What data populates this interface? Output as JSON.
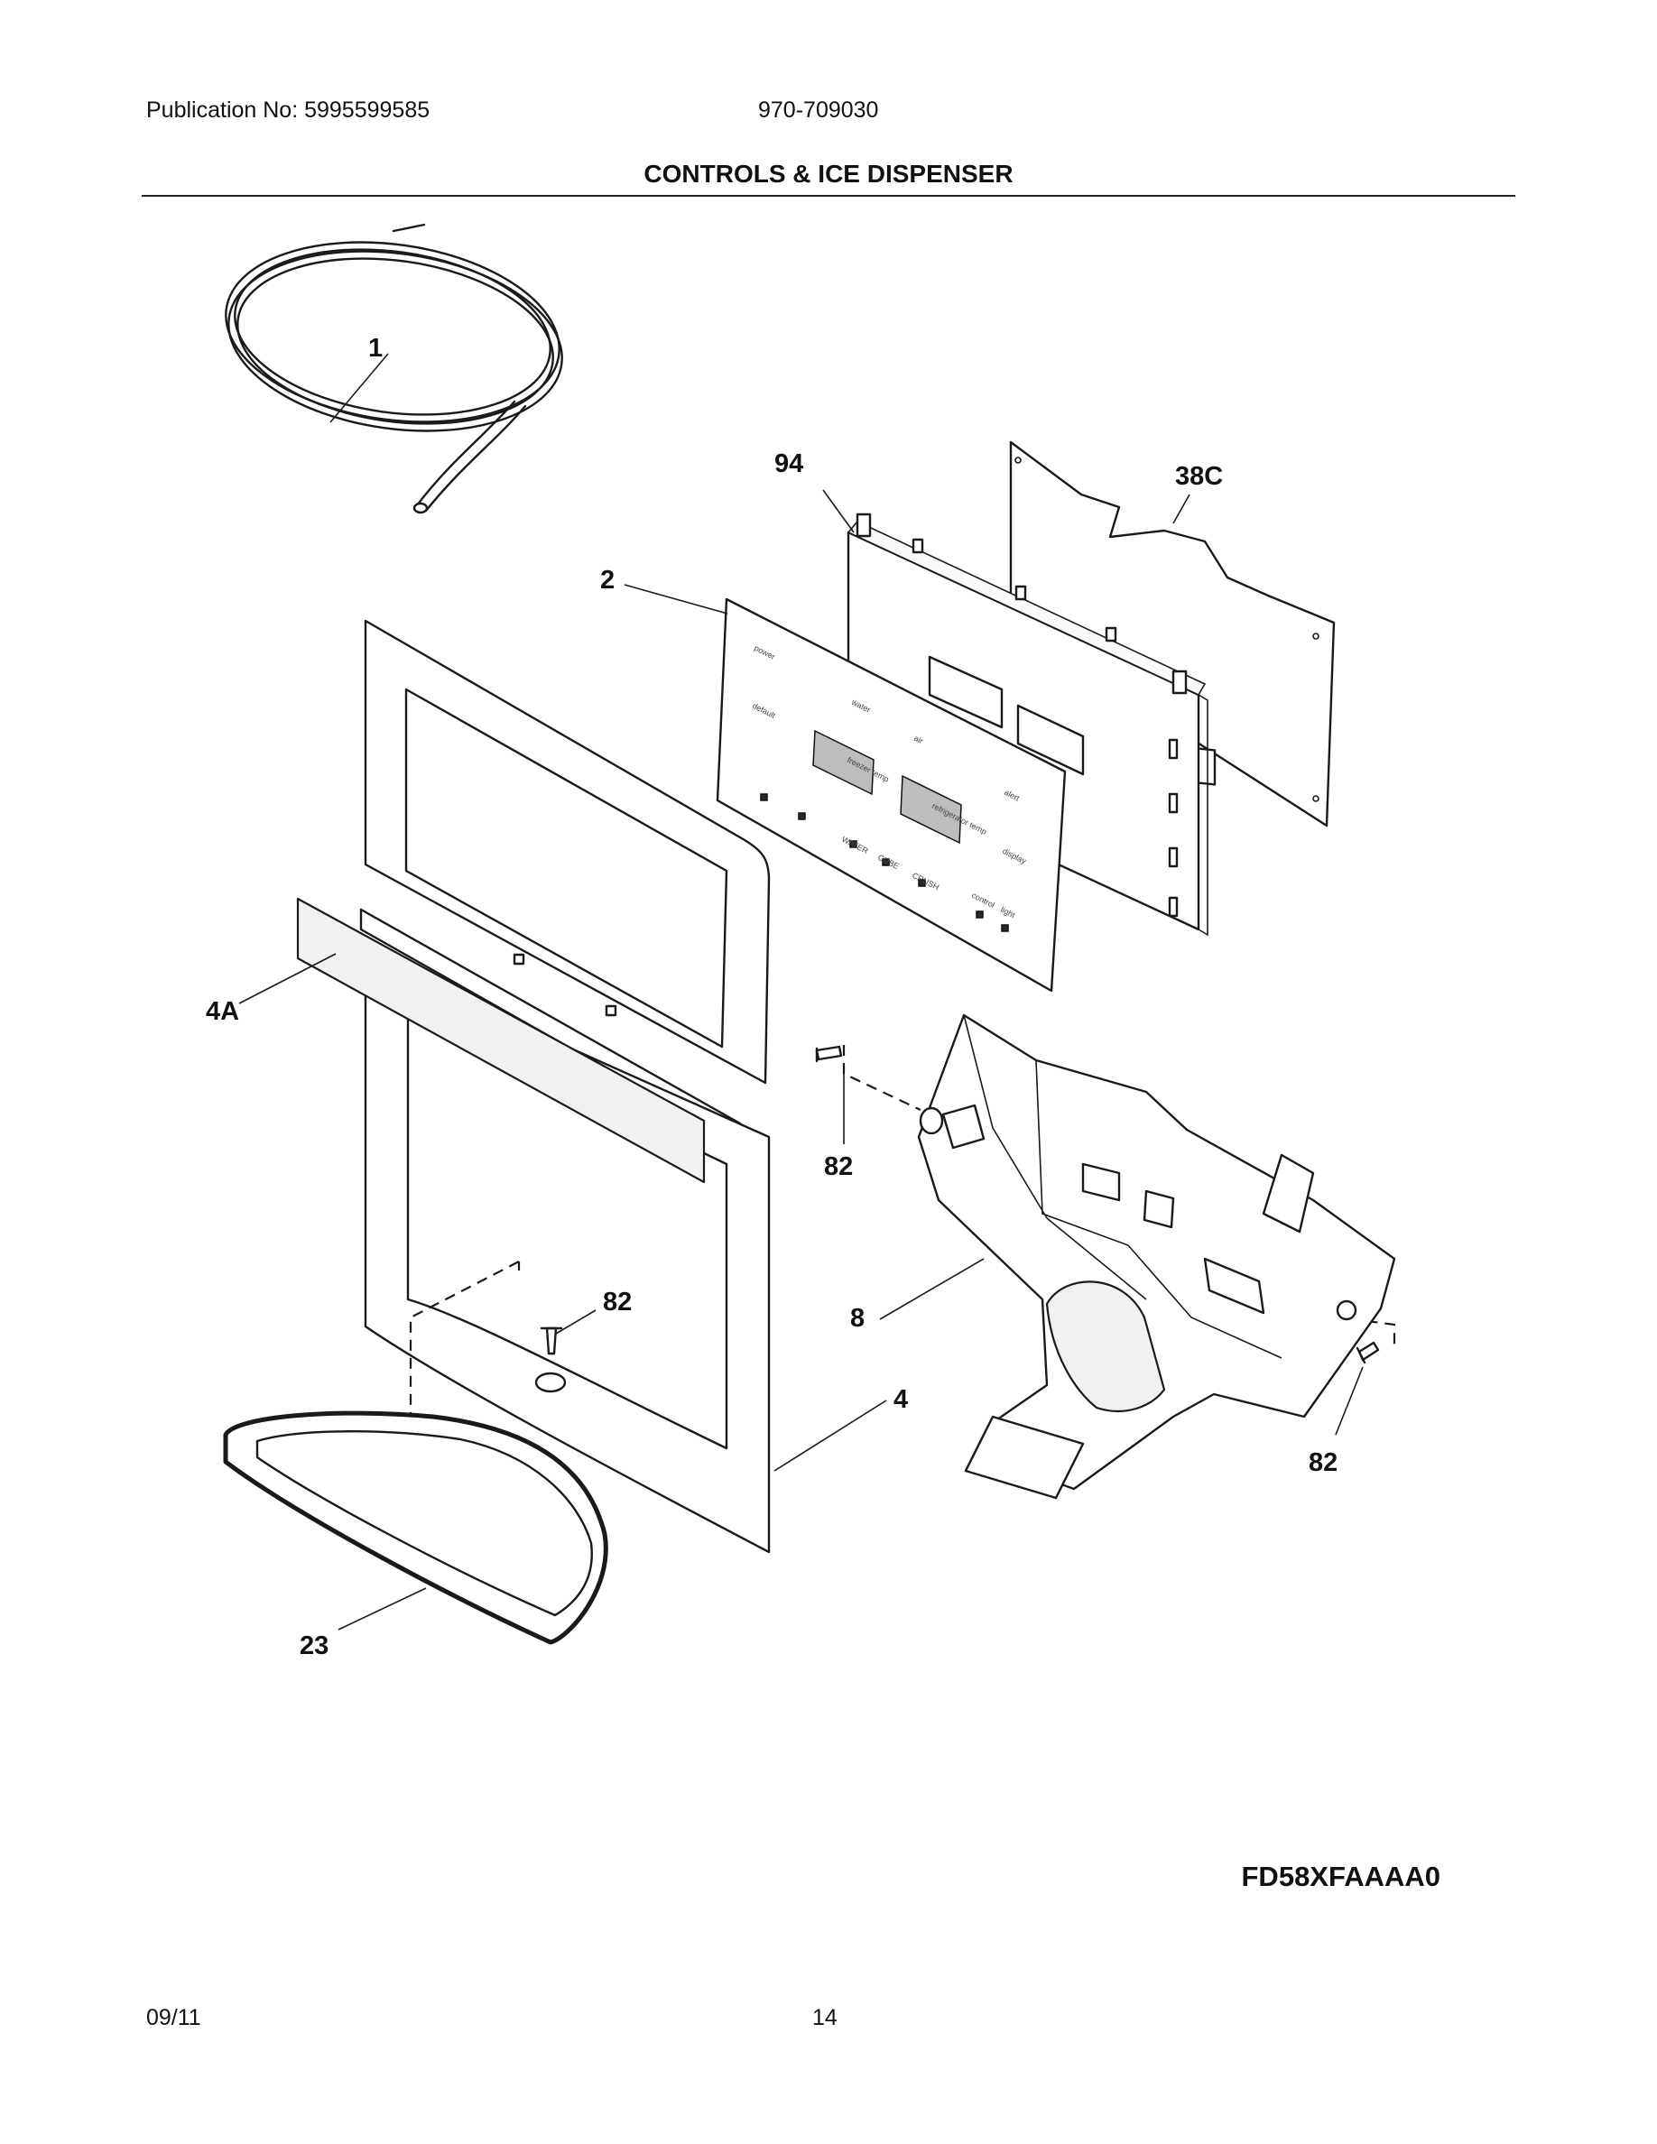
{
  "header": {
    "publication": "Publication No: 5995599585",
    "document_number": "970-709030",
    "title": "CONTROLS & ICE DISPENSER"
  },
  "callouts": {
    "c1": "1",
    "c94": "94",
    "c38c": "38C",
    "c2": "2",
    "c4a": "4A",
    "c82a": "82",
    "c82b": "82",
    "c82c": "82",
    "c8": "8",
    "c4": "4",
    "c23": "23"
  },
  "footer": {
    "model": "FD58XFAAAA0",
    "date": "09/11",
    "page": "14"
  }
}
